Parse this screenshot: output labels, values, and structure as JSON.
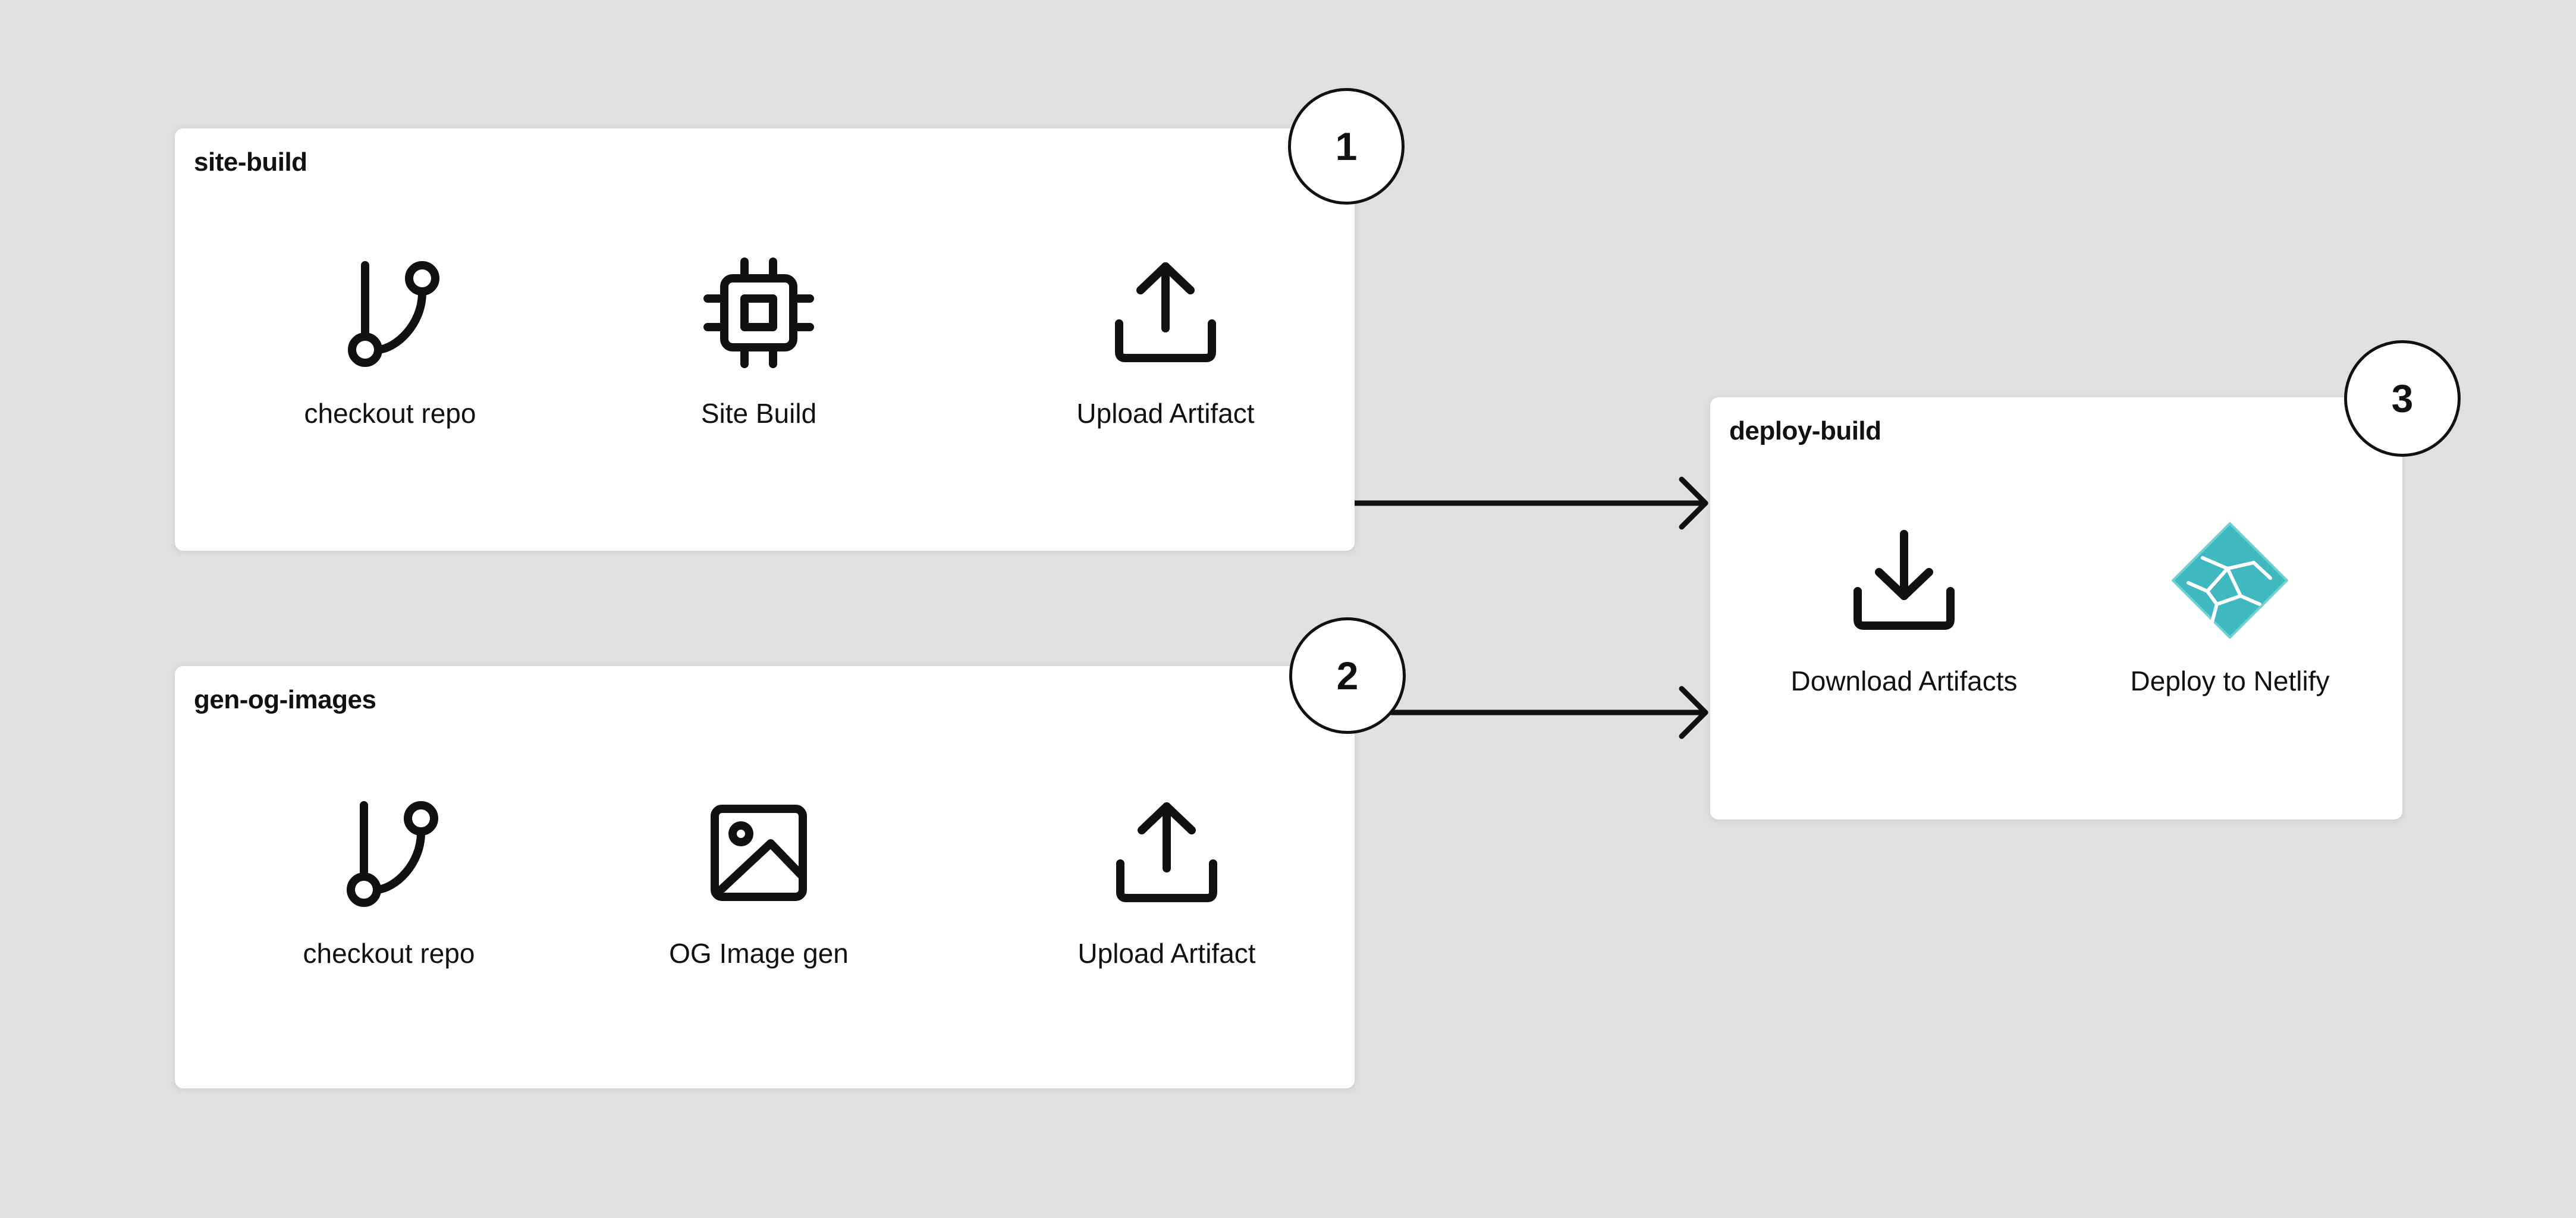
{
  "jobs": {
    "site_build": {
      "title": "site-build",
      "badge": "1",
      "steps": [
        {
          "label": "checkout repo",
          "icon": "git-branch-icon"
        },
        {
          "label": "Site Build",
          "icon": "cpu-chip-icon"
        },
        {
          "label": "Upload Artifact",
          "icon": "upload-icon"
        }
      ]
    },
    "gen_og_images": {
      "title": "gen-og-images",
      "badge": "2",
      "steps": [
        {
          "label": "checkout repo",
          "icon": "git-branch-icon"
        },
        {
          "label": "OG Image gen",
          "icon": "image-icon"
        },
        {
          "label": "Upload Artifact",
          "icon": "upload-icon"
        }
      ]
    },
    "deploy_build": {
      "title": "deploy-build",
      "badge": "3",
      "steps": [
        {
          "label": "Download Artifacts",
          "icon": "download-icon"
        },
        {
          "label": "Deploy to Netlify",
          "icon": "netlify-logo-icon"
        }
      ]
    }
  },
  "edges": [
    {
      "from": "site-build",
      "to": "deploy-build"
    },
    {
      "from": "gen-og-images",
      "to": "deploy-build"
    }
  ],
  "colors": {
    "background": "#e0e0e0",
    "card": "#ffffff",
    "ink": "#111111",
    "netlify_teal": "#3fb8c0"
  }
}
